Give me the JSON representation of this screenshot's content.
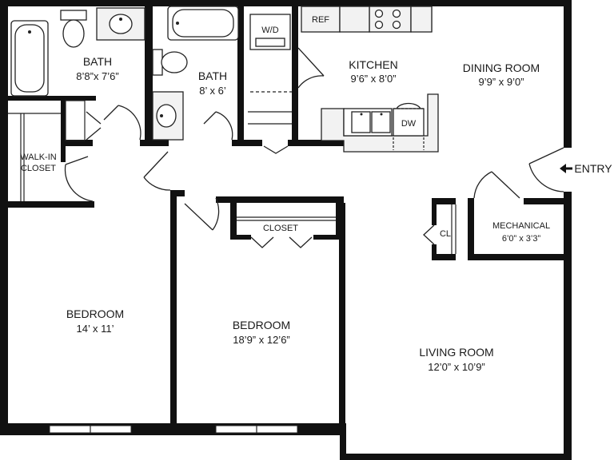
{
  "rooms": {
    "bath1": {
      "name": "BATH",
      "dims": "8’8”x 7’6”"
    },
    "bath2": {
      "name": "BATH",
      "dims": "8’ x 6’"
    },
    "kitchen": {
      "name": "KITCHEN",
      "dims": "9’6” x 8’0”"
    },
    "dining": {
      "name": "DINING ROOM",
      "dims": "9’9” x 9’0”"
    },
    "walkin": {
      "name_line1": "WALK-IN",
      "name_line2": "CLOSET"
    },
    "bedroom1": {
      "name": "BEDROOM",
      "dims": "14’ x 11’"
    },
    "bedroom2": {
      "name": "BEDROOM",
      "dims": "18’9” x 12’6”"
    },
    "closet": {
      "name": "CLOSET"
    },
    "living": {
      "name": "LIVING ROOM",
      "dims": "12’0” x 10’9”"
    },
    "mechanical": {
      "name": "MECHANICAL",
      "dims": "6’0” x 3’3”"
    },
    "cl": {
      "name": "CL"
    }
  },
  "fixtures": {
    "washer_dryer": "W/D",
    "refrigerator": "REF",
    "dishwasher": "DW"
  },
  "entry": {
    "label": "ENTRY",
    "arrow": "left-arrow-icon"
  }
}
